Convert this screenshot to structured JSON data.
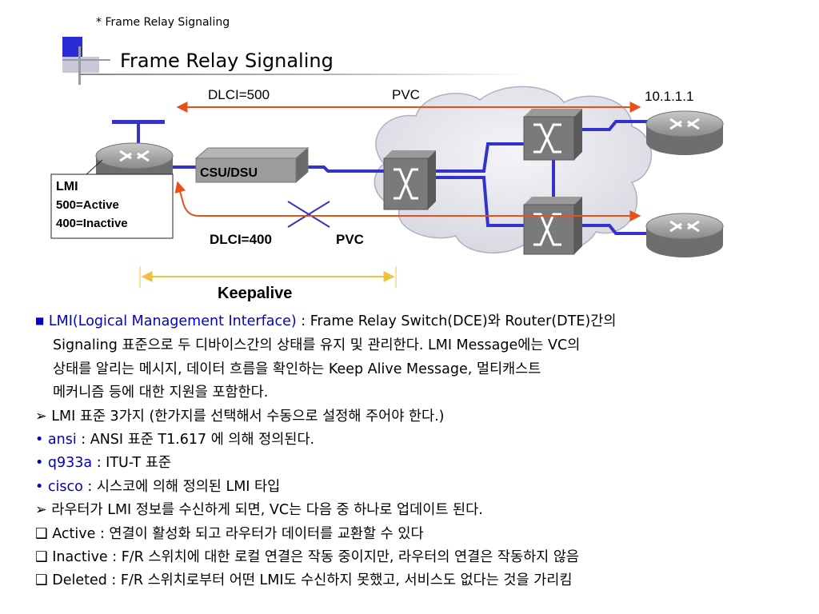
{
  "slide_label": "* Frame Relay Signaling",
  "title": "Frame Relay Signaling",
  "diagram": {
    "dlci_top": "DLCI=500",
    "pvc_top": "PVC",
    "ip_label": "10.1.1.1",
    "csu_dsu": "CSU/DSU",
    "lmi_box": {
      "title": "LMI",
      "line1": "500=Active",
      "line2": "400=Inactive"
    },
    "dlci_bottom": "DLCI=400",
    "pvc_bottom": "PVC",
    "keepalive": "Keepalive"
  },
  "body": {
    "lmi_term": "LMI(Logical Management Interface)",
    "lmi_def_1": " : Frame Relay Switch(DCE)와 Router(DTE)간의",
    "lmi_def_2": "Signaling  표준으로 두 디바이스간의 상태를 유지 및 관리한다. LMI Message에는 VC의",
    "lmi_def_3": "상태를 알리는 메시지, 데이터 흐름을 확인하는 Keep Alive Message, 멀티캐스트",
    "lmi_def_4": "메커니즘 등에 대한 지원을 포함한다.",
    "std_heading": "➢ LMI 표준 3가지 (한가지를 선택해서 수동으로 설정해 주어야 한다.)",
    "ansi_term": "ansi",
    "ansi_def": " : ANSI 표준 T1.617 에 의해 정의된다.",
    "q933a_term": "q933a",
    "q933a_def": " : ITU-T 표준",
    "cisco_term": "cisco",
    "cisco_def": " : 시스코에 의해 정의된 LMI 타입",
    "update_heading": "➢ 라우터가 LMI 정보를 수신하게 되면, VC는 다음 중 하나로 업데이트 된다.",
    "active": "❑ Active : 연결이 활성화 되고 라우터가 데이터를 교환할 수 있다",
    "inactive": "❑ Inactive : F/R 스위치에 대한 로컬 연결은 작동 중이지만, 라우터의 연결은 작동하지 않음",
    "deleted": "❑ Deleted : F/R 스위치로부터 어떤 LMI도 수신하지 못했고, 서비스도 없다는 것을 가리킴"
  },
  "colors": {
    "accent_blue": "#0000cc",
    "arrow_orange": "#e8501a",
    "keepalive_yellow": "#f0c040",
    "link_blue": "#3333cc"
  }
}
